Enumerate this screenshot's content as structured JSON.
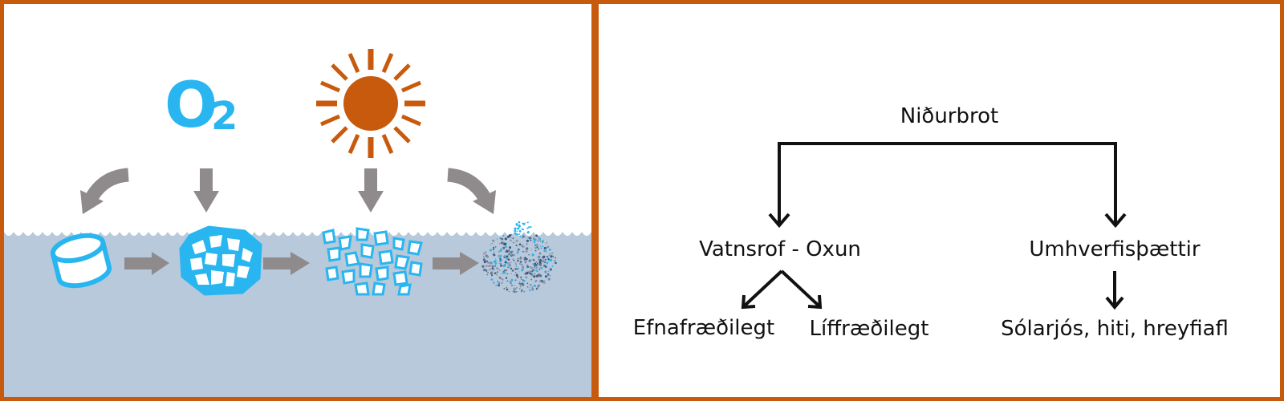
{
  "left_panel": {
    "oxygen_label": {
      "main": "O",
      "subscript": "2"
    },
    "stages": [
      "intact-plastic",
      "fragmented-plastic",
      "microplastic-pieces",
      "nanoplastic-particles"
    ],
    "colors": {
      "border": "#c85a0e",
      "sun": "#c85a0e",
      "water": "#b8c9db",
      "plastic": "#29b6f0",
      "arrow": "#8f8a8c"
    }
  },
  "right_panel": {
    "root": "Niðurbrot",
    "branches": [
      {
        "label": "Vatnsrof - Oxun",
        "children": [
          "Efnafræðilegt",
          "Líffræðilegt"
        ]
      },
      {
        "label": "Umhverfisþættir",
        "children": [
          "Sólarjós, hiti, hreyfiafl"
        ]
      }
    ]
  }
}
